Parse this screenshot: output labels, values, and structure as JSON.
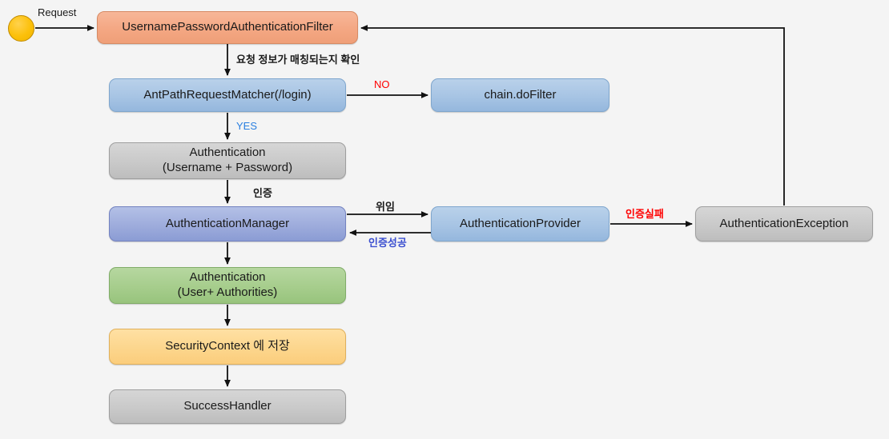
{
  "diagram": {
    "title": "Spring Security UsernamePasswordAuthenticationFilter flow",
    "background_color": "#f4f4f4",
    "start_node": {
      "name": "request-start",
      "shape": "circle",
      "color": "#fcc00a"
    },
    "nodes": [
      {
        "id": "filter",
        "label": "UsernamePasswordAuthenticationFilter",
        "color": "#f4a783"
      },
      {
        "id": "matcher",
        "label": "AntPathRequestMatcher(/login)",
        "color": "#a7c4e4"
      },
      {
        "id": "dofilter",
        "label": "chain.doFilter",
        "color": "#a7c4e4"
      },
      {
        "id": "auth1",
        "label": "Authentication\n(Username + Password)",
        "color": "#c9c9c9"
      },
      {
        "id": "manager",
        "label": "AuthenticationManager",
        "color": "#9eacdc"
      },
      {
        "id": "provider",
        "label": "AuthenticationProvider",
        "color": "#a7c4e4"
      },
      {
        "id": "exception",
        "label": "AuthenticationException",
        "color": "#c9c9c9"
      },
      {
        "id": "auth2",
        "label": "Authentication\n(User+ Authorities)",
        "color": "#a6cd8c"
      },
      {
        "id": "context",
        "label": "SecurityContext 에 저장",
        "color": "#fcd68d"
      },
      {
        "id": "success",
        "label": "SuccessHandler",
        "color": "#c9c9c9"
      }
    ],
    "edge_labels": {
      "request": "Request",
      "match": "요청 정보가 매칭되는지 확인",
      "no": "NO",
      "yes": "YES",
      "authenticate": "인증",
      "delegate": "위임",
      "auth_success": "인증성공",
      "auth_fail": "인증실패"
    },
    "label_colors": {
      "no": "#ff0000",
      "yes": "#2a7fe0",
      "auth_success": "#3b4fd0",
      "auth_fail": "#ff0000",
      "default": "#1a1a1a"
    }
  }
}
